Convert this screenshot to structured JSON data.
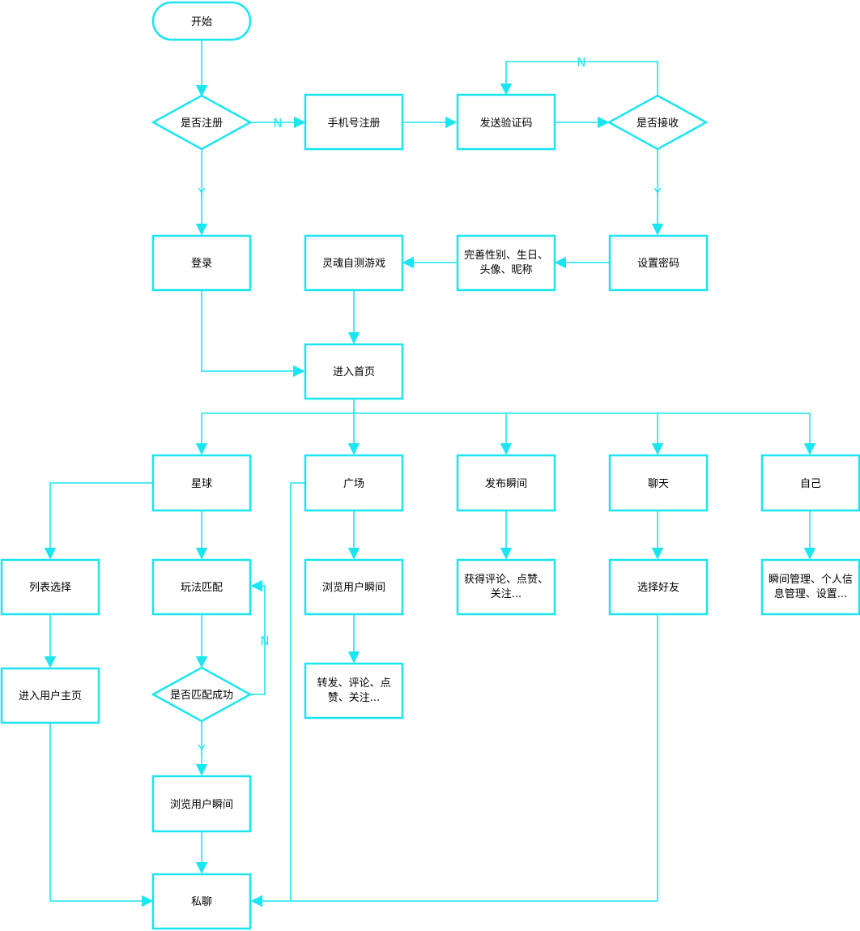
{
  "colors": {
    "accent": "#1ae5f0",
    "text": "#000000",
    "background": "#ffffff"
  },
  "nodes": {
    "start": "开始",
    "is_registered": "是否注册",
    "phone_register": "手机号注册",
    "send_code": "发送验证码",
    "is_received": "是否接收",
    "login": "登录",
    "soul_test": "灵魂自测游戏",
    "complete_profile": [
      "完善性别、生日、",
      "头像、昵称"
    ],
    "set_password": "设置密码",
    "home": "进入首页",
    "planet": "星球",
    "square": "广场",
    "post_moment": "发布瞬间",
    "chat": "聊天",
    "self": "自己",
    "list_select": "列表选择",
    "play_match": "玩法匹配",
    "browse_moments_square": "浏览用户瞬间",
    "get_comments": [
      "获得评论、点赞、",
      "关注..."
    ],
    "select_friend": "选择好友",
    "self_manage": [
      "瞬间管理、个人信",
      "息管理、设置..."
    ],
    "enter_user_home": "进入用户主页",
    "is_match_success": "是否匹配成功",
    "forward_comment": [
      "转发、评论、点",
      "赞、关注..."
    ],
    "browse_moments_match": "浏览用户瞬间",
    "private_chat": "私聊"
  },
  "edge_labels": {
    "not_registered": "N",
    "registered": "Y",
    "not_received": "N",
    "received": "Y",
    "match_fail": "N",
    "match_success": "Y"
  }
}
